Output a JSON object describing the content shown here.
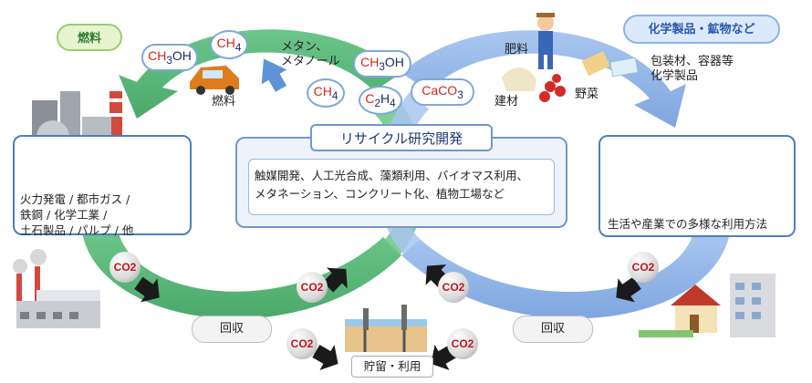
{
  "labels": {
    "fuel_badge": "燃料",
    "chemicals_badge": "化学製品・鉱物など",
    "center_title": "リサイクル研究開発",
    "center_body_line1": "触媒開発、人工光合成、藻類利用、バイオマス利用、",
    "center_body_line2": "メタネーション、コンクリート化、植物工場など",
    "left_box_line1": "火力発電 / 都市ガス /",
    "left_box_line2": "鉄鋼 / 化学工業 /",
    "left_box_line3": "土石製品 / パルプ / 他",
    "right_box_caption": "生活や産業での多様な利用方法",
    "methane_methanol_line1": "メタン、",
    "methane_methanol_line2": "メタノール",
    "fuel_car_label": "燃料",
    "fertilizer": "肥料",
    "building_material": "建材",
    "vegetables": "野菜",
    "packaging_line1": "包装材、容器等",
    "packaging_line2": "化学製品",
    "recovery_left": "回収",
    "recovery_right": "回収",
    "storage_use": "貯留・利用",
    "co2": "CO2"
  },
  "molecules": [
    {
      "main": "CH",
      "sub": "3",
      "tail": "OH"
    },
    {
      "main": "CH",
      "sub": "4",
      "tail": ""
    },
    {
      "main": "CH",
      "sub": "3",
      "tail": "OH"
    },
    {
      "main": "CH",
      "sub": "4",
      "tail": ""
    },
    {
      "main": "C",
      "sub": "2",
      "tail": "H",
      "sub2": "4"
    },
    {
      "main": "CaCO",
      "sub": "3",
      "tail": ""
    }
  ],
  "colors": {
    "green_loop": "#5cb87a",
    "blue_loop": "#8fb3e6",
    "box_border": "#4b7fc0",
    "co2_text": "#c0151c",
    "arrow_dark": "#1a1a1a"
  }
}
